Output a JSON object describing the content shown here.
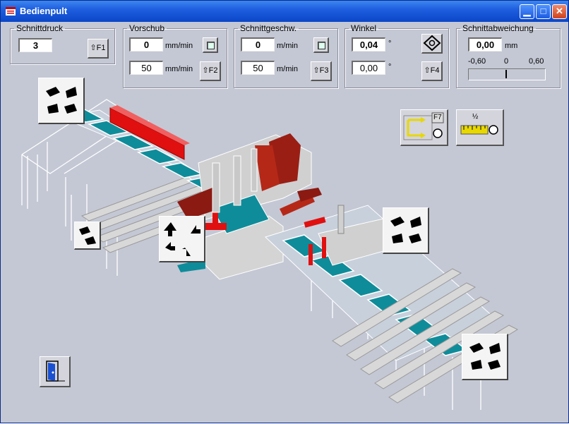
{
  "window": {
    "title": "Bedienpult"
  },
  "titlebar_buttons": [
    "minimize",
    "maximize",
    "close"
  ],
  "groups": {
    "schnittdruck": {
      "label": "Schnittdruck",
      "value": "3",
      "key": "⇧F1"
    },
    "vorschub": {
      "label": "Vorschub",
      "actual": "0",
      "actual_unit": "mm/min",
      "setpoint": "50",
      "setpoint_unit": "mm/min",
      "key": "⇧F2"
    },
    "schnittgeschw": {
      "label": "Schnittgeschw.",
      "actual": "0",
      "actual_unit": "m/min",
      "setpoint": "50",
      "setpoint_unit": "m/min",
      "key": "⇧F3"
    },
    "winkel": {
      "label": "Winkel",
      "actual": "0,04",
      "actual_unit": "°",
      "setpoint": "0,00",
      "setpoint_unit": "°",
      "key": "⇧F4"
    },
    "schnittabweichung": {
      "label": "Schnittabweichung",
      "value": "0,00",
      "unit": "mm",
      "scale_min": "-0,60",
      "scale_mid": "0",
      "scale_max": "0,60",
      "deviation": 0
    }
  },
  "function_buttons": {
    "f7_label": "F7",
    "scale_label": "½"
  },
  "icons": {
    "status_led": "square-led-icon",
    "angle_mode": "diamond-target-icon",
    "direction_pad": "four-way-arrows-icon",
    "exit": "door-exit-icon"
  },
  "colors": {
    "conveyor": "#0f8c9a",
    "saw_red": "#d01010",
    "dark_red": "#8b1a12",
    "machine_grey": "#d0d0d0",
    "background": "#c4c8d4"
  }
}
